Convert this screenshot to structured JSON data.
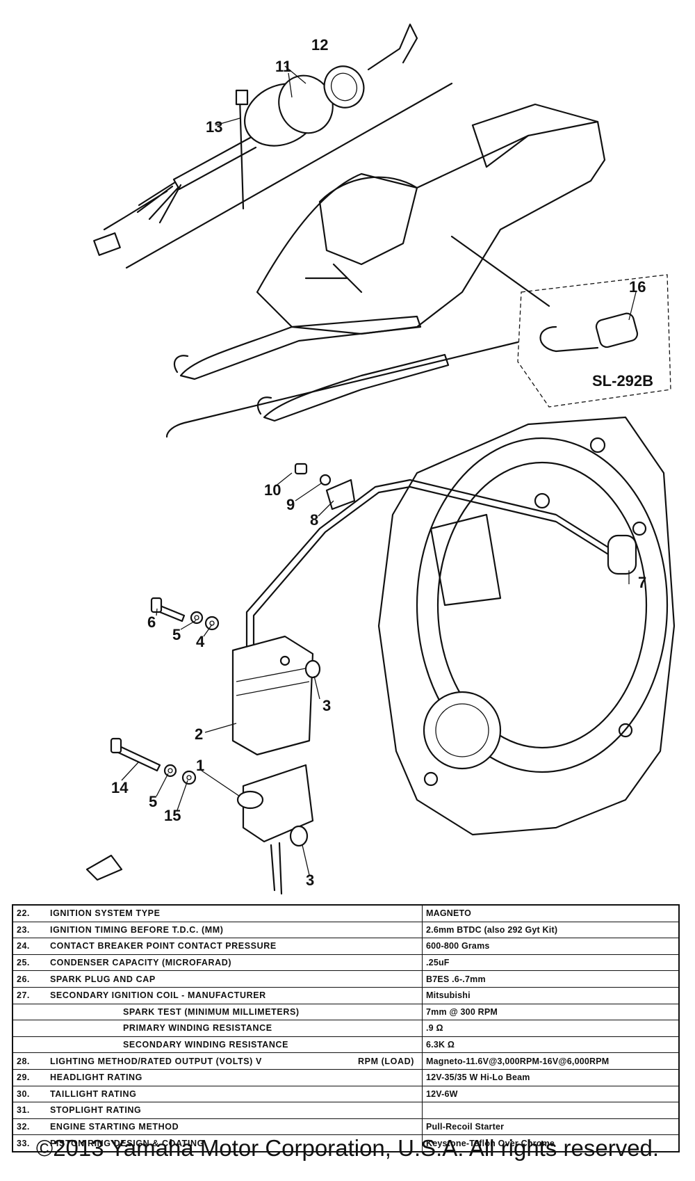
{
  "callouts": [
    "1",
    "2",
    "3",
    "3",
    "4",
    "5",
    "5",
    "6",
    "7",
    "8",
    "9",
    "10",
    "11",
    "12",
    "13",
    "14",
    "15",
    "16"
  ],
  "kit_label": "SL-292B",
  "spec_table": [
    {
      "num": "22.",
      "label": "Ignition system type",
      "value": "MAGNETO"
    },
    {
      "num": "23.",
      "label": "Ignition timing before T.D.C. (mm)",
      "value": "2.6mm BTDC (also 292 Gyt Kit)"
    },
    {
      "num": "24.",
      "label": "Contact breaker point contact pressure",
      "value": "600-800 Grams"
    },
    {
      "num": "25.",
      "label": "Condenser capacity (microfarad)",
      "value": ".25uF"
    },
    {
      "num": "26.",
      "label": "Spark plug and cap",
      "value": "B7ES .6-.7mm"
    },
    {
      "num": "27.",
      "label": "Secondary ignition coil - manufacturer",
      "value": "Mitsubishi"
    },
    {
      "num": "",
      "label": "Spark test (minimum millimeters)",
      "value": "7mm @ 300 RPM"
    },
    {
      "num": "",
      "label": "Primary winding resistance",
      "value": ".9 Ω"
    },
    {
      "num": "",
      "label": "Secondary winding resistance",
      "value": "6.3K Ω"
    },
    {
      "num": "28.",
      "label": "Lighting method/rated output (volts) V",
      "extra": "RPM (load)",
      "value": "Magneto-11.6V@3,000RPM-16V@6,000RPM"
    },
    {
      "num": "29.",
      "label": "Headlight rating",
      "value": "12V-35/35 W Hi-Lo Beam"
    },
    {
      "num": "30.",
      "label": "Taillight rating",
      "value": "12V-6W"
    },
    {
      "num": "31.",
      "label": "Stoplight rating",
      "value": ""
    },
    {
      "num": "32.",
      "label": "Engine starting method",
      "value": "Pull-Recoil Starter"
    },
    {
      "num": "33.",
      "label": "Piston ring design & coating",
      "value": "Keystone-Teflon Over Chrome"
    }
  ],
  "copyright": "©2013 Yamaha Motor Corporation, U.S.A. All rights reserved."
}
